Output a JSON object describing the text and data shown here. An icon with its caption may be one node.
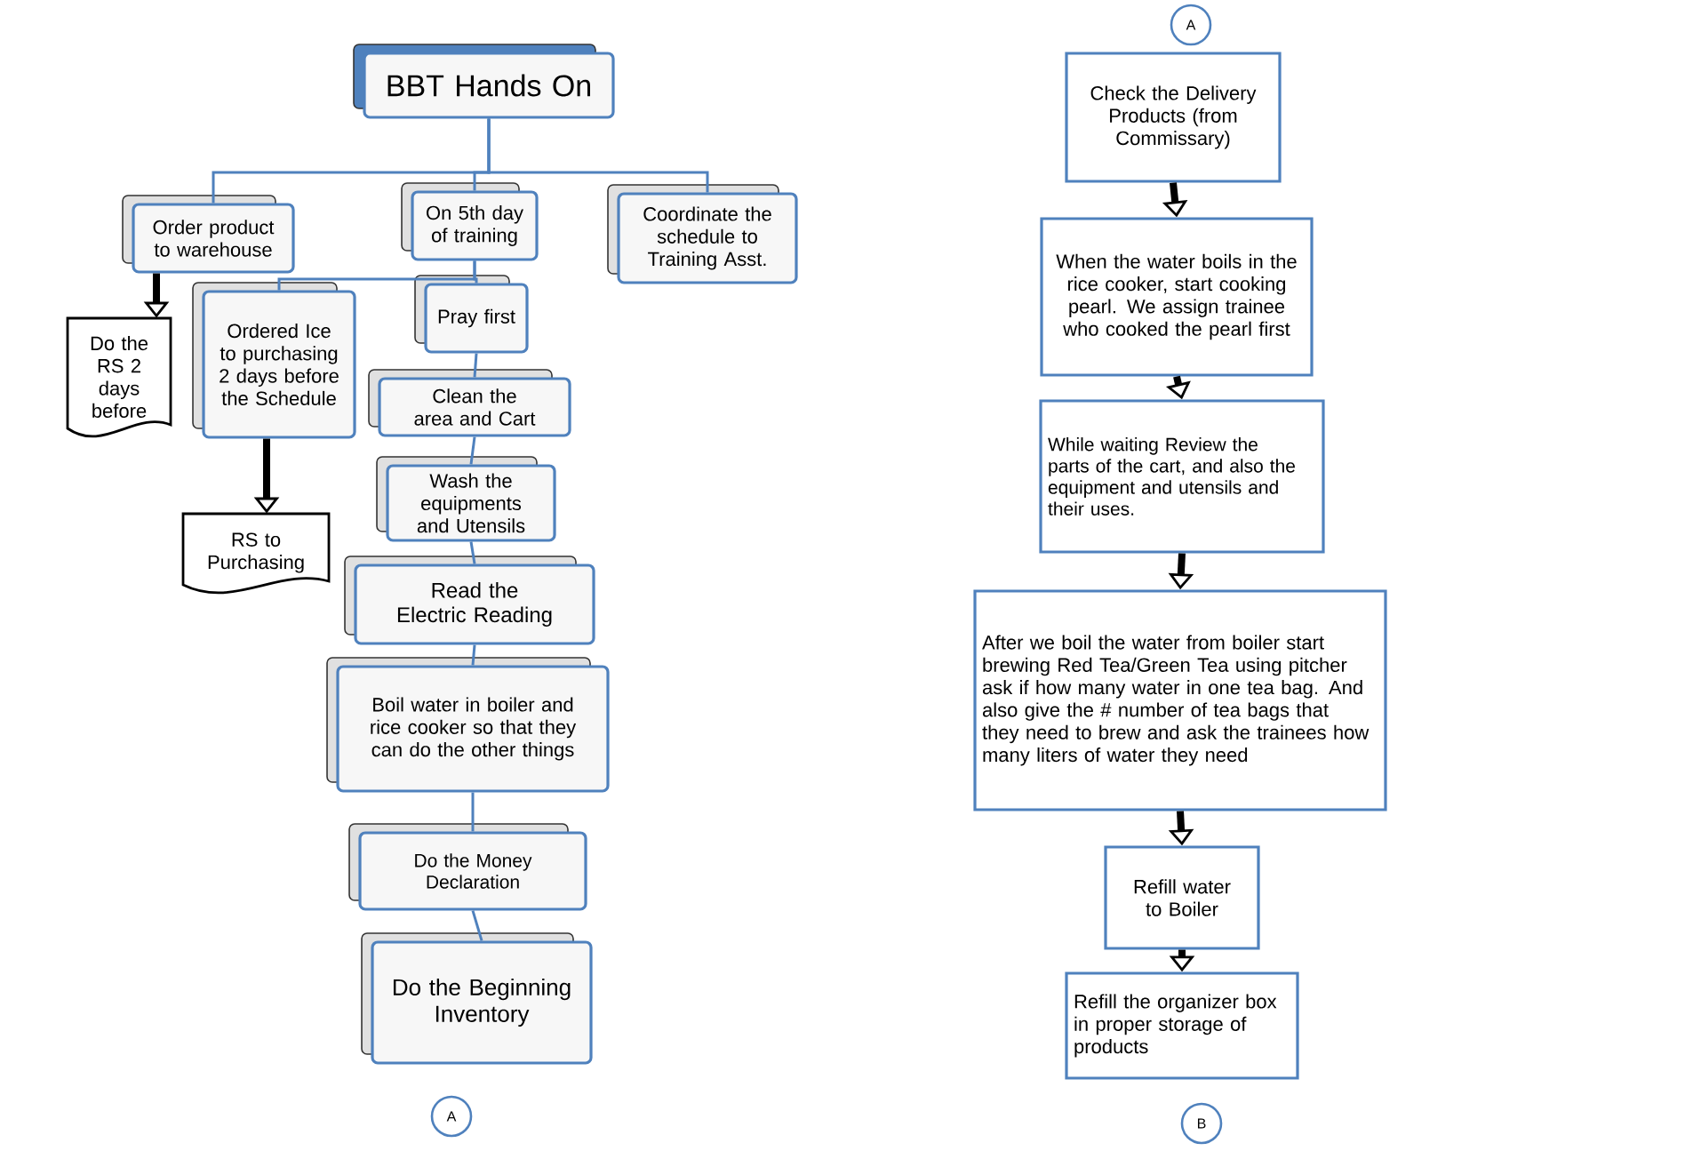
{
  "diagram": {
    "nodes": [
      {
        "text": [
          "BBT Hands On"
        ]
      },
      {
        "text": [
          "Order product to warehouse"
        ]
      },
      {
        "text": [
          "On 5th day of training"
        ]
      },
      {
        "text": [
          "Coordinate the schedule to Training Asst."
        ]
      },
      {
        "text": [
          "Do the RS 2 days before"
        ]
      },
      {
        "text": [
          "Ordered Ice to purchasing 2 days before the Schedule"
        ]
      },
      {
        "text": [
          "Pray first"
        ]
      },
      {
        "text": [
          "RS to Purchasing"
        ]
      },
      {
        "text": [
          "Clean the area and Cart"
        ]
      },
      {
        "text": [
          "Wash the equipments and Utensils"
        ]
      },
      {
        "text": [
          "Read the Electric Reading"
        ]
      },
      {
        "text": [
          "Boil water in boiler and rice cooker so that they can do the other things"
        ]
      },
      {
        "text": [
          "Do the Money Declaration"
        ]
      },
      {
        "text": [
          "Do the Beginning Inventory"
        ]
      },
      {
        "text": [
          "A"
        ]
      },
      {
        "text": [
          "A"
        ]
      },
      {
        "text": [
          "Check the Delivery Products (from Commissary)"
        ]
      },
      {
        "text": [
          "When the water boils in the rice cooker, start cooking pearl. We assign trainee who cooked the pearl first"
        ]
      },
      {
        "text": [
          "While waiting Review the parts of the cart, and also the equipment and utensils and their uses."
        ]
      },
      {
        "text": [
          "After we boil the water from boiler start brewing Red Tea/Green Tea using pitcher ask if how many water in one tea bag. And also give the # number of tea bags that they need to brew and ask the trainees how many liters of water they need"
        ]
      },
      {
        "text": [
          "Refill water to Boiler"
        ]
      },
      {
        "text": [
          "Refill the organizer box in proper storage of products"
        ]
      },
      {
        "text": [
          "B"
        ]
      }
    ],
    "edges": [
      {
        "from": 0,
        "to": 1,
        "arrow": "none"
      },
      {
        "from": 0,
        "to": 2,
        "arrow": "none"
      },
      {
        "from": 0,
        "to": 3,
        "arrow": "none"
      },
      {
        "from": 1,
        "to": 4,
        "arrow": "to",
        "style": "thick",
        "color": "#000000"
      },
      {
        "from": 2,
        "to": 5,
        "arrow": "none"
      },
      {
        "from": 2,
        "to": 6,
        "arrow": "none"
      },
      {
        "from": 5,
        "to": 7,
        "arrow": "to",
        "style": "thick",
        "color": "#000000"
      },
      {
        "from": 6,
        "to": 8,
        "arrow": "none"
      },
      {
        "from": 8,
        "to": 9,
        "arrow": "none"
      },
      {
        "from": 9,
        "to": 10,
        "arrow": "none"
      },
      {
        "from": 10,
        "to": 11,
        "arrow": "none"
      },
      {
        "from": 11,
        "to": 12,
        "arrow": "none"
      },
      {
        "from": 12,
        "to": 13,
        "arrow": "none"
      },
      {
        "from": 16,
        "to": 17,
        "arrow": "to",
        "style": "thick",
        "color": "#000000"
      },
      {
        "from": 17,
        "to": 18,
        "arrow": "to",
        "style": "thick",
        "color": "#000000"
      },
      {
        "from": 18,
        "to": 19,
        "arrow": "to",
        "style": "thick",
        "color": "#000000"
      },
      {
        "from": 19,
        "to": 20,
        "arrow": "to",
        "style": "thick",
        "color": "#000000"
      },
      {
        "from": 20,
        "to": 21,
        "arrow": "to",
        "style": "thick",
        "color": "#000000"
      }
    ]
  }
}
